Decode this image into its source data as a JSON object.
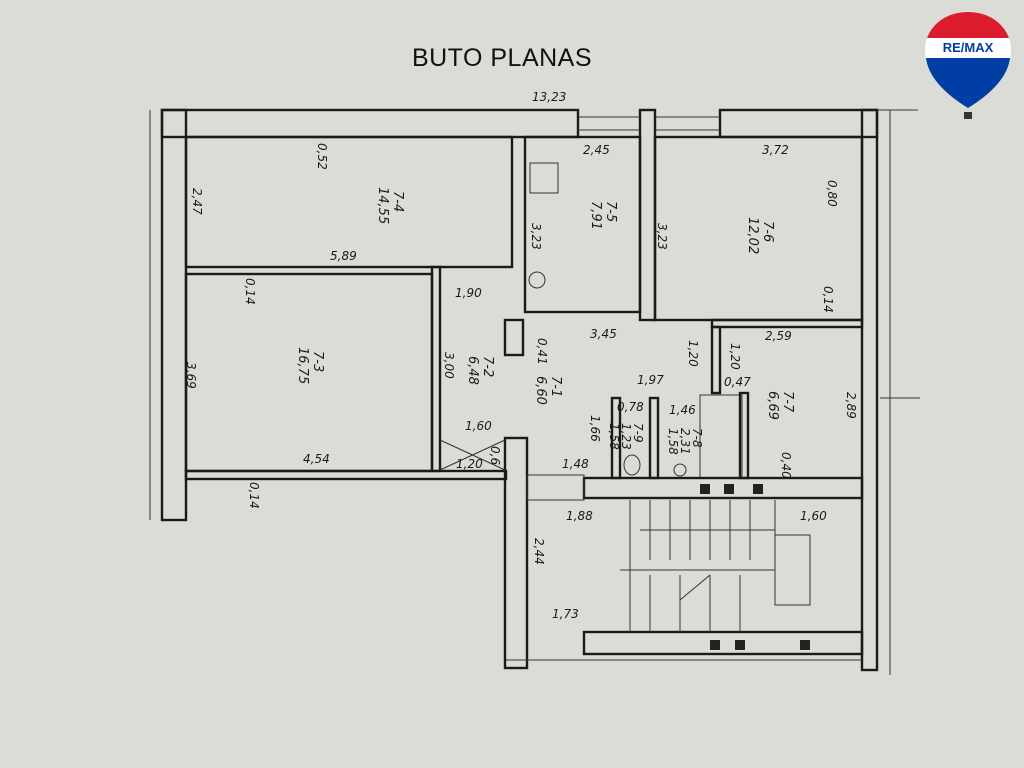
{
  "title": "BUTO PLANAS",
  "logo": {
    "text": "RE/MAX",
    "colors": {
      "red": "#dc1c2e",
      "blue": "#003da5",
      "white": "#ffffff"
    }
  },
  "overall_width": "13,23",
  "rooms": [
    {
      "id": "7-1",
      "area": "6,60"
    },
    {
      "id": "7-2",
      "area": "6,48"
    },
    {
      "id": "7-3",
      "area": "16,75"
    },
    {
      "id": "7-4",
      "area": "14,55"
    },
    {
      "id": "7-5",
      "area": "7,91"
    },
    {
      "id": "7-6",
      "area": "12,02"
    },
    {
      "id": "7-7",
      "area": "6,69"
    },
    {
      "id": "7-8",
      "area": "2,31"
    },
    {
      "id": "7-9",
      "area": "1,23"
    }
  ],
  "dimensions": {
    "d_052": "0,52",
    "d_247": "2,47",
    "d_589": "5,89",
    "d_245": "2,45",
    "d_323a": "3,23",
    "d_372": "3,72",
    "d_323b": "3,23",
    "d_080": "0,80",
    "d_014a": "0,14",
    "d_014b": "0,14",
    "d_190": "1,90",
    "d_369": "3,69",
    "d_454": "4,54",
    "d_300": "3,00",
    "d_160a": "1,60",
    "d_120a": "1,20",
    "d_06": "0,6",
    "d_014c": "0,14",
    "d_345": "3,45",
    "d_041": "0,41",
    "d_120b": "1,20",
    "d_120c": "1,20",
    "d_259": "2,59",
    "d_197": "1,97",
    "d_047": "0,47",
    "d_289": "2,89",
    "d_078": "0,78",
    "d_158a": "1,58",
    "d_146": "1,46",
    "d_158b": "1,58",
    "d_166": "1,66",
    "d_040": "0,40",
    "d_148": "1,48",
    "d_188": "1,88",
    "d_160b": "1,60",
    "d_244": "2,44",
    "d_173": "1,73"
  }
}
